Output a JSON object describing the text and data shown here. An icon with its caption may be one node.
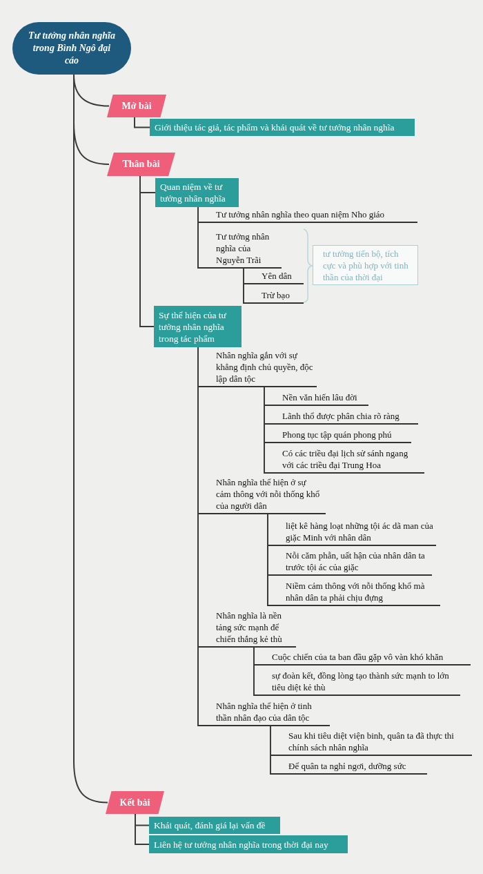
{
  "diagram": {
    "nodes": [
      {
        "text": [
          "Tư tưởng nhân nghĩa trong Bình Ngô đại cáo"
        ]
      },
      {
        "text": [
          "Mở bài"
        ]
      },
      {
        "text": [
          "Giới thiệu tác giả, tác phẩm và khái quát về tư tưởng nhân nghĩa"
        ]
      },
      {
        "text": [
          "Thân bài"
        ]
      },
      {
        "text": [
          "Quan niệm về tư tưởng nhân nghĩa"
        ]
      },
      {
        "text": [
          "Tư tưởng nhân nghĩa theo quan niệm Nho giáo"
        ]
      },
      {
        "text": [
          "Tư tưởng nhân nghĩa của Nguyễn Trãi"
        ]
      },
      {
        "text": [
          "Yên dân"
        ]
      },
      {
        "text": [
          "Trừ bạo"
        ]
      },
      {
        "text": [
          "tư tưởng tiến bộ, tích cực và phù hợp với tinh thần của thời đại"
        ]
      },
      {
        "text": [
          "Sự thể hiện của tư tưởng nhân nghĩa trong tác phẩm"
        ]
      },
      {
        "text": [
          "Nhân nghĩa gắn với sự khẳng định chủ quyền, độc lập dân tộc"
        ]
      },
      {
        "text": [
          "Nền văn hiến lâu đời"
        ]
      },
      {
        "text": [
          "Lãnh thổ được phân chia rõ ràng"
        ]
      },
      {
        "text": [
          "Phong tục tập quán phong phú"
        ]
      },
      {
        "text": [
          "Có các triều đại lịch sử sánh ngang với các triều đại Trung Hoa"
        ]
      },
      {
        "text": [
          "Nhân nghĩa thể hiện ở sự cảm thông với nỗi thống khổ của người dân"
        ]
      },
      {
        "text": [
          "liệt kê hàng loạt những tội ác dã man của giặc Minh với nhân dân"
        ]
      },
      {
        "text": [
          "Nỗi căm phẫn, uất hận của nhân dân ta trước tội ác của giặc"
        ]
      },
      {
        "text": [
          "Niềm cảm thông với nỗi thống khổ mà nhân dân ta phải chịu đựng"
        ]
      },
      {
        "text": [
          "Nhân nghĩa là nền tảng sức mạnh để chiến thắng kẻ thù"
        ]
      },
      {
        "text": [
          "Cuộc chiến của ta ban đầu gặp vô vàn khó khăn"
        ]
      },
      {
        "text": [
          "sự đoàn kết, đồng lòng tạo thành sức mạnh to lớn tiêu diệt kẻ thù"
        ]
      },
      {
        "text": [
          "Nhân nghĩa thể hiện ở tinh thần nhân đạo của dân tộc"
        ]
      },
      {
        "text": [
          "Sau khi tiêu diệt viện binh, quân ta đã thực thi chính sách nhân nghĩa"
        ]
      },
      {
        "text": [
          "Để quân ta nghỉ ngơi, dưỡng sức"
        ]
      },
      {
        "text": [
          "Kết bài"
        ]
      },
      {
        "text": [
          "Khái quát, đánh giá lại vấn đề"
        ]
      },
      {
        "text": [
          "Liên hệ tư tưởng nhân nghĩa trong thời đại nay"
        ]
      }
    ],
    "edges": [
      {
        "from": 0,
        "to": 1,
        "arrow": "none"
      },
      {
        "from": 0,
        "to": 3,
        "arrow": "none"
      },
      {
        "from": 0,
        "to": 26,
        "arrow": "none"
      },
      {
        "from": 1,
        "to": 2,
        "arrow": "none"
      },
      {
        "from": 3,
        "to": 4,
        "arrow": "none"
      },
      {
        "from": 3,
        "to": 10,
        "arrow": "none"
      },
      {
        "from": 4,
        "to": 5,
        "arrow": "none"
      },
      {
        "from": 4,
        "to": 6,
        "arrow": "none"
      },
      {
        "from": 6,
        "to": 7,
        "arrow": "none"
      },
      {
        "from": 6,
        "to": 8,
        "arrow": "none"
      },
      {
        "from": 10,
        "to": 11,
        "arrow": "none"
      },
      {
        "from": 10,
        "to": 16,
        "arrow": "none"
      },
      {
        "from": 10,
        "to": 20,
        "arrow": "none"
      },
      {
        "from": 10,
        "to": 23,
        "arrow": "none"
      },
      {
        "from": 11,
        "to": 12,
        "arrow": "none"
      },
      {
        "from": 11,
        "to": 13,
        "arrow": "none"
      },
      {
        "from": 11,
        "to": 14,
        "arrow": "none"
      },
      {
        "from": 11,
        "to": 15,
        "arrow": "none"
      },
      {
        "from": 16,
        "to": 17,
        "arrow": "none"
      },
      {
        "from": 16,
        "to": 18,
        "arrow": "none"
      },
      {
        "from": 16,
        "to": 19,
        "arrow": "none"
      },
      {
        "from": 20,
        "to": 21,
        "arrow": "none"
      },
      {
        "from": 20,
        "to": 22,
        "arrow": "none"
      },
      {
        "from": 23,
        "to": 24,
        "arrow": "none"
      },
      {
        "from": 23,
        "to": 25,
        "arrow": "none"
      },
      {
        "from": 26,
        "to": 27,
        "arrow": "none"
      },
      {
        "from": 26,
        "to": 28,
        "arrow": "none"
      }
    ]
  }
}
